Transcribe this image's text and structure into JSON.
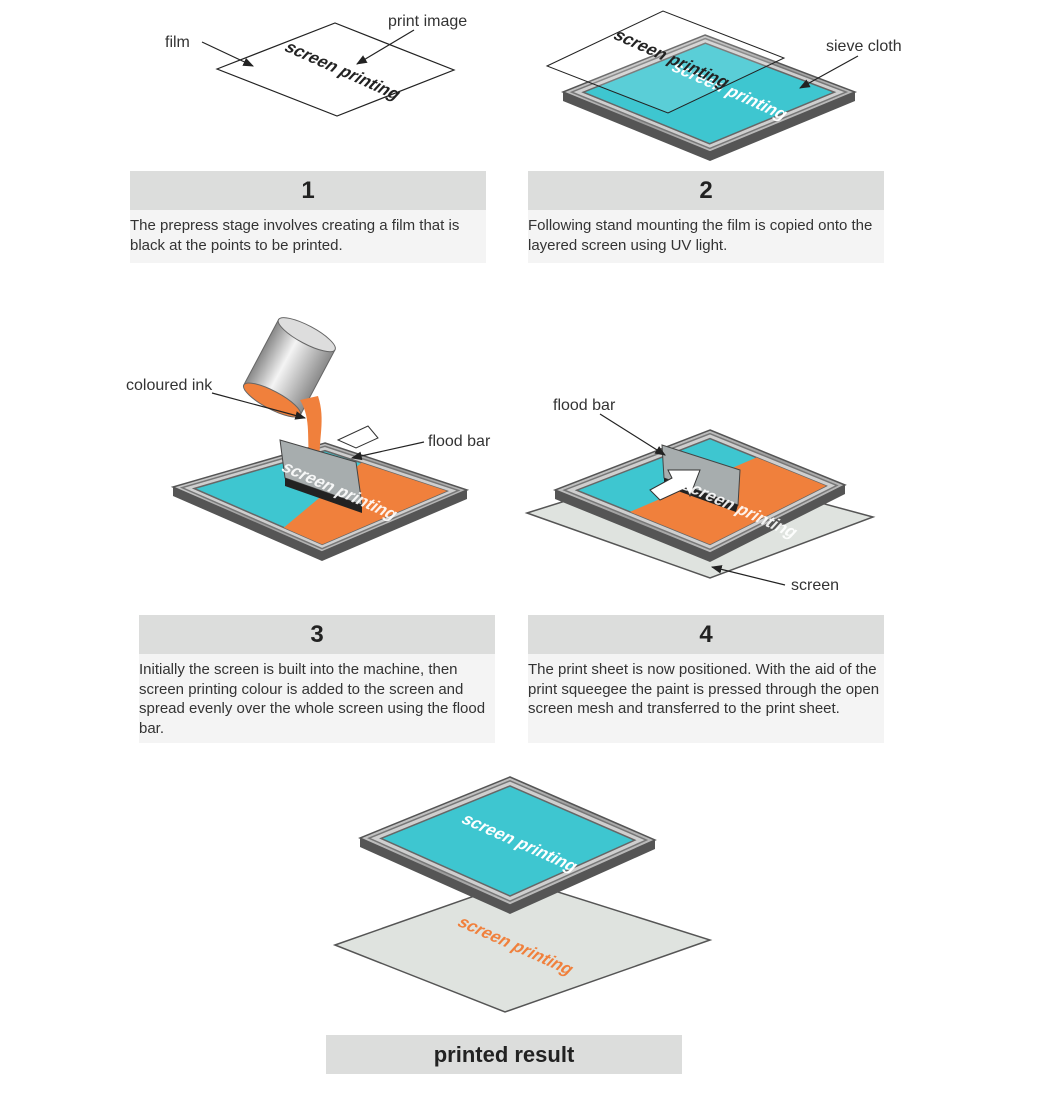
{
  "colors": {
    "cloth": "#3ec6d0",
    "ink": "#f0803c",
    "frame": "#b8b8b8",
    "frame_dark": "#555555",
    "paper": "#dfe3df",
    "box": "#dcdddc",
    "desc_bg": "#f4f4f4"
  },
  "stamp_text": "screen printing",
  "steps": [
    {
      "number": "1",
      "description": "The prepress stage involves creating a film that is black at the points to be printed.",
      "labels": {
        "film": "film",
        "print_image": "print image"
      }
    },
    {
      "number": "2",
      "description": "Following stand mounting the film is copied onto the layered screen using UV light.",
      "labels": {
        "sieve_cloth": "sieve cloth"
      }
    },
    {
      "number": "3",
      "description": "Initially the screen is built into the machine, then screen printing colour is added to the screen and spread evenly over the whole screen using the flood bar.",
      "labels": {
        "coloured_ink": "coloured ink",
        "flood_bar": "flood bar"
      }
    },
    {
      "number": "4",
      "description": "The print sheet is now positioned. With the aid of the print squeegee the paint is pressed through the open screen mesh and transferred to the print sheet.",
      "labels": {
        "flood_bar": "flood bar",
        "screen": "screen"
      }
    }
  ],
  "result": {
    "title": "printed result"
  }
}
